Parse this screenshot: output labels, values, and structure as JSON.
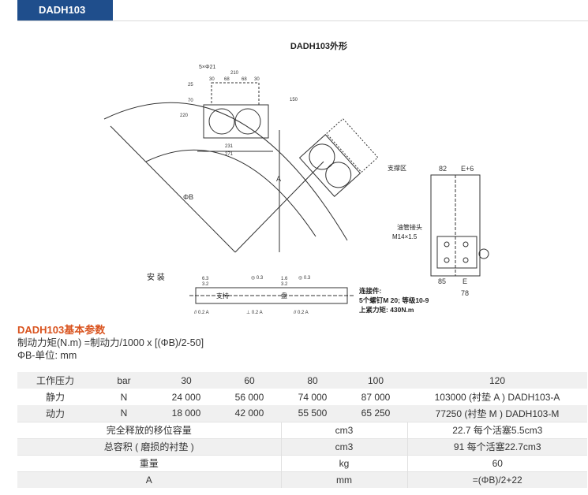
{
  "tab": {
    "label": "DADH103"
  },
  "drawing": {
    "title": "DADH103外形",
    "install_label": "安 装",
    "dims": {
      "bolt": "5×Φ21",
      "d30": "30",
      "d68a": "68",
      "d68b": "68",
      "d30b": "30",
      "d210": "210",
      "d25": "25",
      "d70": "70",
      "d220": "220",
      "d231": "231",
      "d271": "271",
      "d150": "150",
      "dA": "A",
      "dB": "ΦB",
      "d82": "82",
      "dE6": "E+6",
      "d85": "85",
      "dE": "E",
      "d78": "78"
    },
    "support_zone": "支撑区",
    "oil_label": "油管接头",
    "oil_thread": "M14×1.5",
    "install": {
      "t1": "6.3",
      "t2": "3.2",
      "t3": "1.6",
      "t4": "3.2",
      "support": "支持",
      "disc": "盘",
      "f1": "// 0.2 A",
      "f2": "⊥ 0.2 A",
      "f3": "◎ 0.3",
      "f4": "// 0.2 A",
      "f5": "◎ 0.3"
    },
    "conn": {
      "l1": "连接件:",
      "l2": "5个螺钉M 20; 等级10-9",
      "l3": "上紧力矩: 430N.m"
    }
  },
  "params": {
    "title": "DADH103基本参数",
    "line1": "制动力矩(N.m) =制动力/1000 x [(ΦB)/2-50]",
    "line2": "ΦB-单位: mm"
  },
  "table": {
    "pressure": {
      "label": "工作压力",
      "unit": "bar",
      "v": [
        "30",
        "60",
        "80",
        "100",
        "120"
      ]
    },
    "static": {
      "label": "静力",
      "unit": "N",
      "v": [
        "24 000",
        "56 000",
        "74 000",
        "87 000",
        "103000 (衬垫 A ) DADH103-A"
      ]
    },
    "dynamic": {
      "label": "动力",
      "unit": "N",
      "v": [
        "18 000",
        "42 000",
        "55 500",
        "65 250",
        "77250 (衬垫 M ) DADH103-M"
      ]
    },
    "disp": {
      "label": "完全释放的移位容量",
      "unit": "cm3",
      "value": "22.7 每个活塞5.5cm3"
    },
    "vol": {
      "label": "总容积 ( 磨损的衬垫 )",
      "unit": "cm3",
      "value": "91 每个活塞22.7cm3"
    },
    "weight": {
      "label": "重量",
      "unit": "kg",
      "value": "60"
    },
    "a": {
      "label": "A",
      "unit": "mm",
      "value": "=(ΦB)/2+22"
    }
  }
}
